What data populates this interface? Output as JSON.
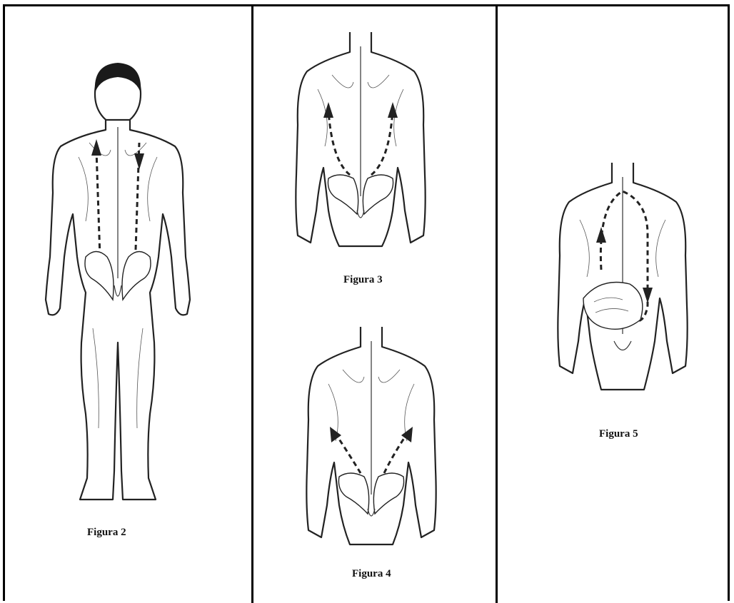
{
  "figures": [
    {
      "caption": "Figura 2"
    },
    {
      "caption": "Figura 3"
    },
    {
      "caption": "Figura 4"
    },
    {
      "caption": "Figura 5"
    }
  ]
}
